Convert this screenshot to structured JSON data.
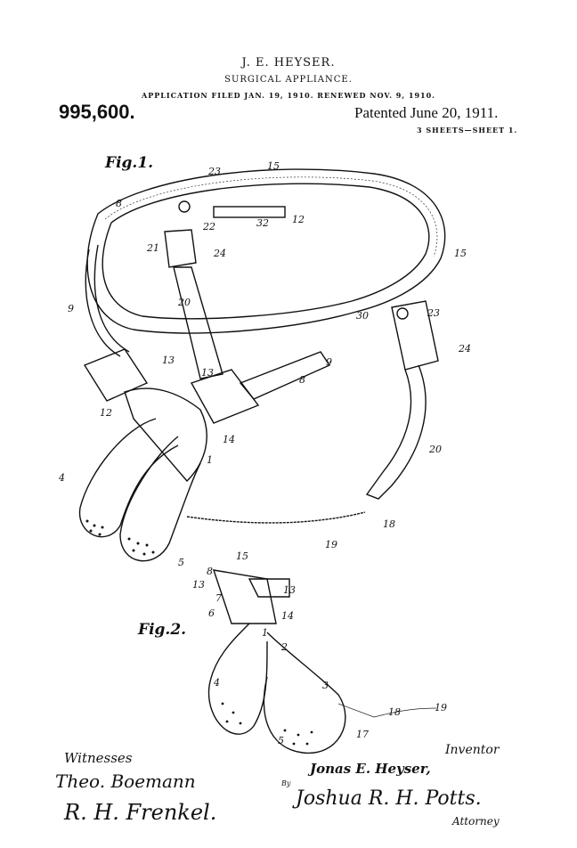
{
  "header": {
    "inventor": "J. E. HEYSER.",
    "title": "SURGICAL APPLIANCE.",
    "application": "APPLICATION FILED JAN. 19, 1910. RENEWED NOV. 9, 1910.",
    "patent_number": "995,600.",
    "patented": "Patented June 20, 1911.",
    "sheets": "3 SHEETS—SHEET 1."
  },
  "figures": {
    "fig1": "Fig.1.",
    "fig2": "Fig.2.",
    "fig1_labels": [
      "15",
      "23",
      "8",
      "22",
      "32",
      "12",
      "15",
      "21",
      "24",
      "9",
      "20",
      "30",
      "23",
      "24",
      "13",
      "9",
      "13",
      "8",
      "12",
      "14",
      "1",
      "20",
      "4",
      "5",
      "18",
      "19"
    ],
    "fig2_labels": [
      "15",
      "8",
      "13",
      "7",
      "6",
      "13",
      "14",
      "1",
      "2",
      "4",
      "3",
      "18",
      "19",
      "17",
      "5"
    ]
  },
  "signatures": {
    "witnesses_label": "Witnesses",
    "witness1": "Theo. Boemann",
    "witness2": "R. H. Frenkel.",
    "inventor_label": "Inventor",
    "inventor_name": "Jonas E. Heyser,",
    "by": "By",
    "attorney_name": "Joshua R. H. Potts.",
    "attorney_label": "Attorney"
  }
}
